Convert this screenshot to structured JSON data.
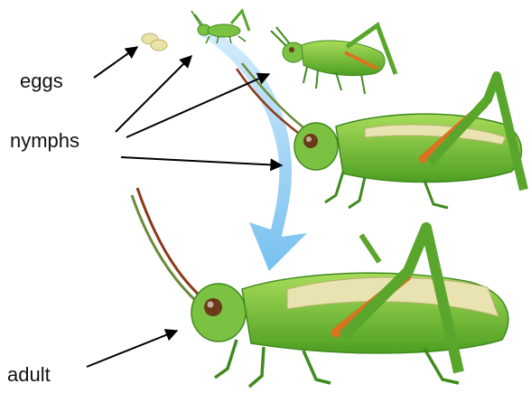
{
  "labels": {
    "eggs": "eggs",
    "nymphs": "nymphs",
    "adult": "adult"
  },
  "colors": {
    "body_green": "#7cc242",
    "body_dark": "#3f8a1e",
    "wing_tan": "#e8e3b0",
    "leg_orange": "#d9731f",
    "arrow_blue": "#7cc6f2",
    "egg": "#e9e3a8",
    "antenna": "#8a3a1a"
  },
  "icons": {
    "cycle_arrow": "curved-arrow-icon",
    "pointer": "arrow-icon"
  }
}
